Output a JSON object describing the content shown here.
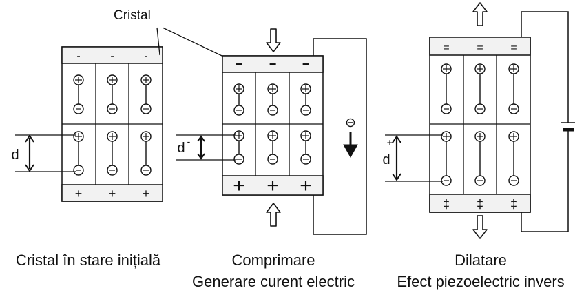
{
  "callout": {
    "label": "Cristal"
  },
  "panels": [
    {
      "caption_1": "Cristal în stare inițială",
      "caption_2": "",
      "top_sign": "-",
      "bottom_sign": "+",
      "distance_label": "d"
    },
    {
      "caption_1": "Comprimare",
      "caption_2": "Generare curent electric",
      "top_sign": "−",
      "bottom_sign": "+",
      "distance_label": "d",
      "distance_sup": "-",
      "current_symbol": "⊖"
    },
    {
      "caption_1": "Dilatare",
      "caption_2": "Efect piezoelectric invers",
      "top_sign": "=",
      "bottom_sign": "‡",
      "distance_label": "d",
      "distance_plus": "+"
    }
  ],
  "colors": {
    "ink": "#111111",
    "surface": "#f2f2f2",
    "background": "#ffffff"
  },
  "icons": [
    "open-arrow-down-icon",
    "open-arrow-up-icon",
    "filled-arrow-down-icon",
    "battery-icon",
    "positive-ion-icon",
    "negative-ion-icon"
  ]
}
